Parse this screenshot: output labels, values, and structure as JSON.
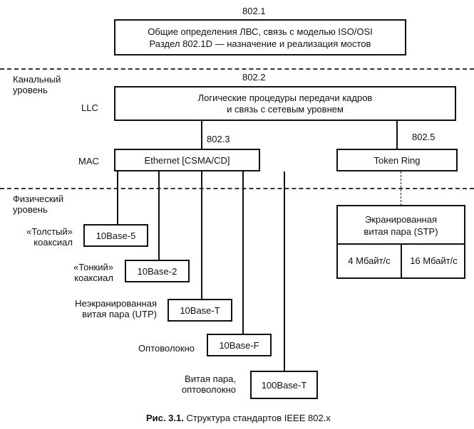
{
  "std_802_1": {
    "label": "802.1",
    "line1": "Общие определения ЛВС, связь с моделью ISO/OSI",
    "line2": "Раздел 802.1D — назначение и реализация мостов"
  },
  "layers": {
    "link_l1": "Канальный",
    "link_l2": "уровень",
    "phys_l1": "Физический",
    "phys_l2": "уровень"
  },
  "std_802_2": {
    "label": "802.2",
    "llc": "LLC",
    "line1": "Логические процедуры передачи кадров",
    "line2": "и связь с сетевым уровнем"
  },
  "std_802_3": {
    "label": "802.3",
    "mac": "MAC",
    "box": "Ethernet [CSMA/CD]"
  },
  "std_802_5": {
    "label": "802.5",
    "box": "Token Ring"
  },
  "stp": {
    "line1": "Экранированная",
    "line2": "витая пара (STP)",
    "speed1": "4 Мбайт/с",
    "speed2": "16 Мбайт/с"
  },
  "ethernet_variants": [
    {
      "media_l1": "«Толстый»",
      "media_l2": "коаксиал",
      "name": "10Base-5"
    },
    {
      "media_l1": "«Тонкий»",
      "media_l2": "коаксиал",
      "name": "10Base-2"
    },
    {
      "media_l1": "Неэкранированная",
      "media_l2": "витая пара (UTP)",
      "name": "10Base-T"
    },
    {
      "media_l1": "Оптоволокно",
      "media_l2": "",
      "name": "10Base-F"
    },
    {
      "media_l1": "Витая пара,",
      "media_l2": "оптоволокно",
      "name": "100Base-T"
    }
  ],
  "caption": {
    "prefix": "Рис. 3.1.",
    "text": "Структура стандартов IEEE 802.x"
  }
}
